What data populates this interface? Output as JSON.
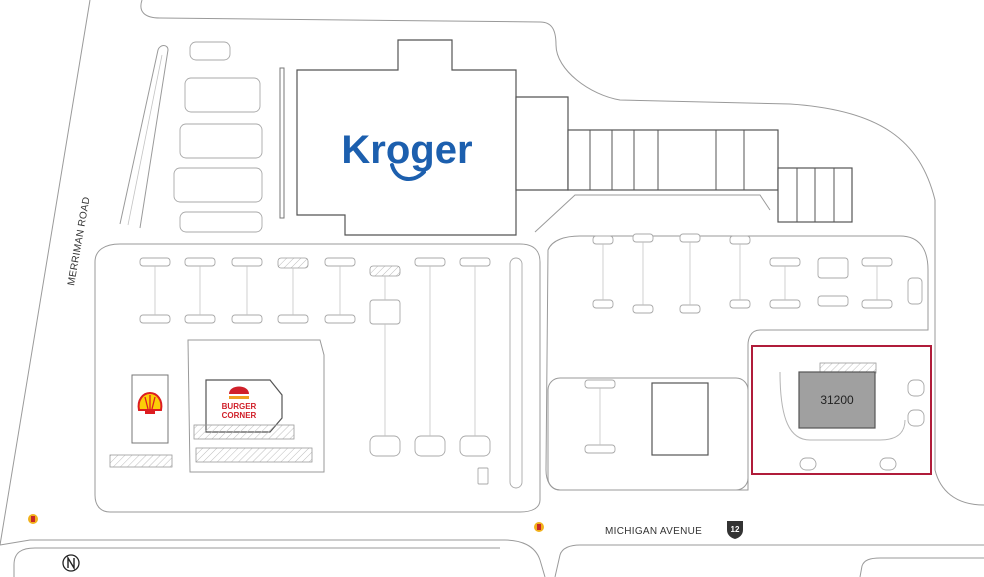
{
  "roads": {
    "west": "MERRIMAN ROAD",
    "south": "MICHIGAN AVENUE",
    "south_route": "12"
  },
  "tenants": {
    "anchor": "Kroger",
    "restaurant_line1": "BURGER",
    "restaurant_line2": "CORNER",
    "highlighted_suite": "31200"
  },
  "icons": {
    "fuel": "shell-logo-icon",
    "traffic": "traffic-signal-icon",
    "north": "north-arrow-icon",
    "route": "us-route-shield-icon"
  },
  "colors": {
    "kroger_blue": "#1c5fae",
    "highlight_border": "#b01c3a",
    "suite_fill": "#a0a0a0",
    "shell_red": "#dd1d21",
    "shell_yellow": "#fbce07"
  }
}
